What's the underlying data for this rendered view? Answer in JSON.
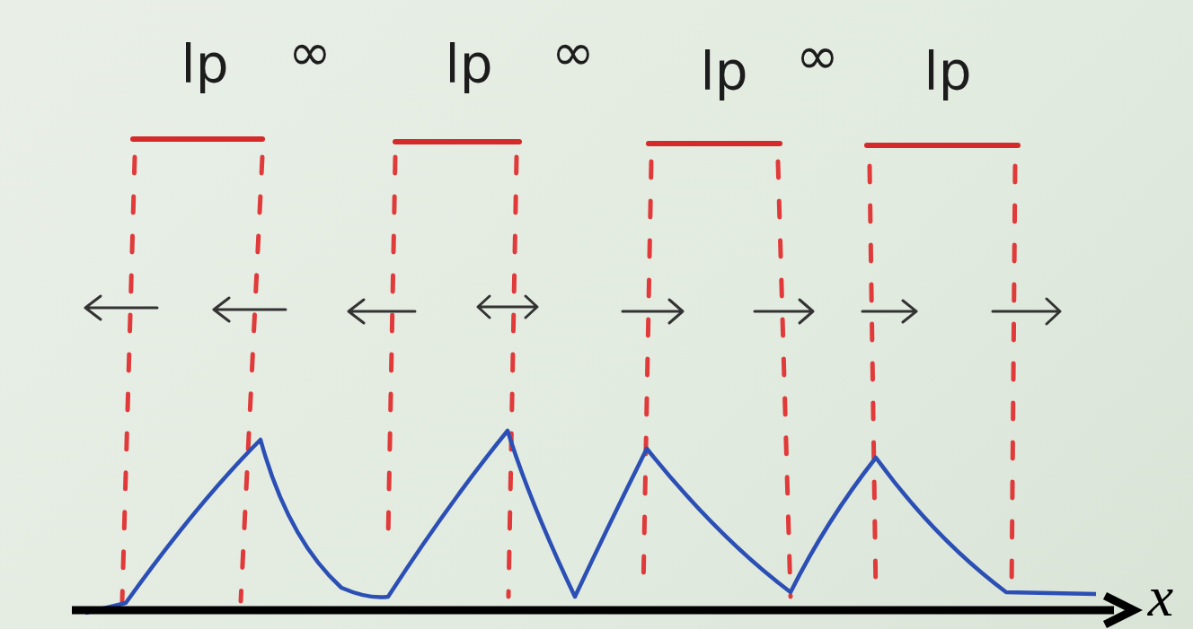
{
  "diagram": {
    "labels": [
      "lp",
      "∞",
      "lp",
      "∞",
      "lp",
      "∞",
      "lp",
      "x"
    ]
  }
}
